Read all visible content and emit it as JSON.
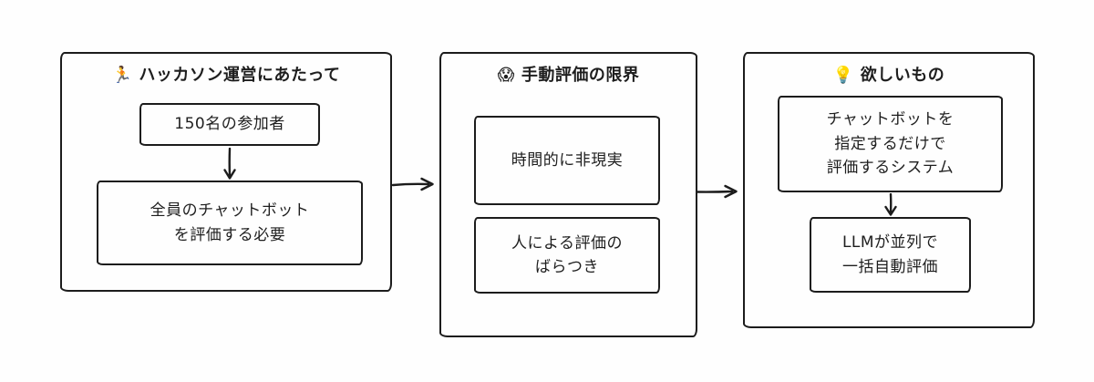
{
  "diagram": {
    "colors": {
      "stroke": "#1e1e1e",
      "background": "#ffffff"
    },
    "panels": [
      {
        "icon": "🏃",
        "title": "ハッカソン運営にあたって",
        "box1": "150名の参加者",
        "box2": "全員のチャットボット\nを評価する必要"
      },
      {
        "icon": "😱",
        "title": "手動評価の限界",
        "box1": "時間的に非現実",
        "box2": "人による評価の\nばらつき"
      },
      {
        "icon": "💡",
        "title": "欲しいもの",
        "box1": "チャットボットを\n指定するだけで\n評価するシステム",
        "box2": "LLMが並列で\n一括自動評価"
      }
    ]
  }
}
